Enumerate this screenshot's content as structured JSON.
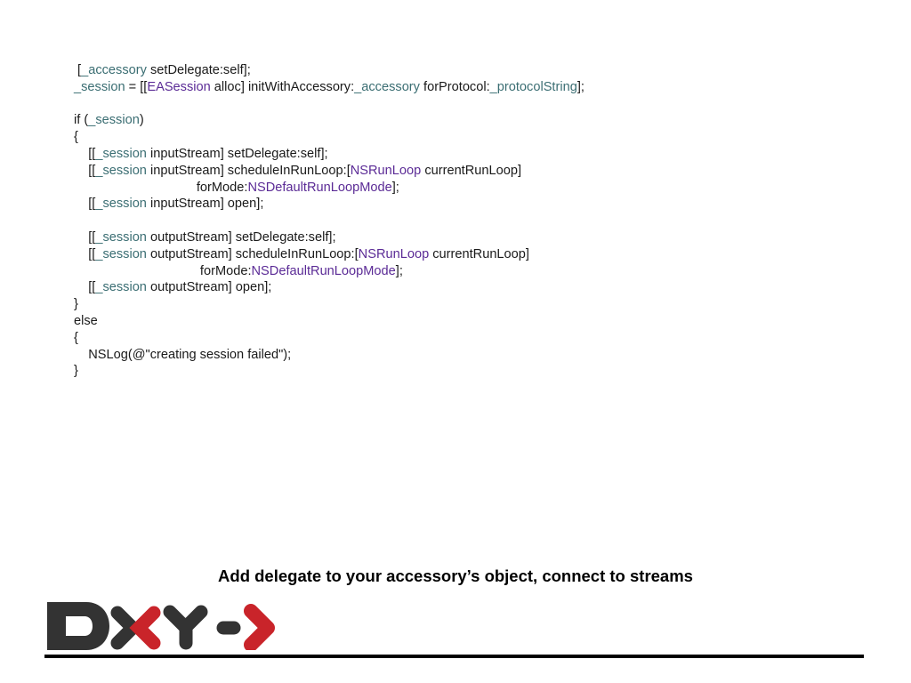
{
  "colors": {
    "ivar": "#3b6e73",
    "plain": "#1a1a1a",
    "selector": "#2b1766",
    "keyword": "#a3148c",
    "class": "#5b2b96",
    "string": "#c4271a",
    "logo_gray": "#333333",
    "logo_red": "#c9242a"
  },
  "code_lines": [
    [
      {
        "t": " [",
        "c": "plain"
      },
      {
        "t": "_accessory",
        "c": "ivar"
      },
      {
        "t": " setDelegate:",
        "c": "selector"
      },
      {
        "t": "self",
        "c": "keyword"
      },
      {
        "t": "];",
        "c": "plain"
      }
    ],
    [
      {
        "t": "_session",
        "c": "ivar"
      },
      {
        "t": " = [[",
        "c": "plain"
      },
      {
        "t": "EASession",
        "c": "class"
      },
      {
        "t": " alloc",
        "c": "selector"
      },
      {
        "t": "] ",
        "c": "plain"
      },
      {
        "t": "initWithAccessory:",
        "c": "selector"
      },
      {
        "t": "_accessory",
        "c": "ivar"
      },
      {
        "t": " forProtocol:",
        "c": "selector"
      },
      {
        "t": "_protocolString",
        "c": "ivar"
      },
      {
        "t": "];",
        "c": "plain"
      }
    ],
    [],
    [
      {
        "t": "if",
        "c": "keyword"
      },
      {
        "t": " (",
        "c": "plain"
      },
      {
        "t": "_session",
        "c": "ivar"
      },
      {
        "t": ")",
        "c": "plain"
      }
    ],
    [
      {
        "t": "{",
        "c": "plain"
      }
    ],
    [
      {
        "t": "    [[",
        "c": "plain"
      },
      {
        "t": "_session",
        "c": "ivar"
      },
      {
        "t": " inputStream",
        "c": "selector"
      },
      {
        "t": "] ",
        "c": "plain"
      },
      {
        "t": "setDelegate:",
        "c": "selector"
      },
      {
        "t": "self",
        "c": "keyword"
      },
      {
        "t": "];",
        "c": "plain"
      }
    ],
    [
      {
        "t": "    [[",
        "c": "plain"
      },
      {
        "t": "_session",
        "c": "ivar"
      },
      {
        "t": " inputStream",
        "c": "selector"
      },
      {
        "t": "] ",
        "c": "plain"
      },
      {
        "t": "scheduleInRunLoop:",
        "c": "selector"
      },
      {
        "t": "[",
        "c": "plain"
      },
      {
        "t": "NSRunLoop",
        "c": "class"
      },
      {
        "t": " currentRunLoop",
        "c": "selector"
      },
      {
        "t": "]",
        "c": "plain"
      }
    ],
    [
      {
        "t": "                                  ",
        "c": "plain"
      },
      {
        "t": "forMode:",
        "c": "selector"
      },
      {
        "t": "NSDefaultRunLoopMode",
        "c": "class"
      },
      {
        "t": "];",
        "c": "plain"
      }
    ],
    [
      {
        "t": "    [[",
        "c": "plain"
      },
      {
        "t": "_session",
        "c": "ivar"
      },
      {
        "t": " inputStream",
        "c": "selector"
      },
      {
        "t": "] ",
        "c": "plain"
      },
      {
        "t": "open",
        "c": "selector"
      },
      {
        "t": "];",
        "c": "plain"
      }
    ],
    [],
    [
      {
        "t": "    [[",
        "c": "plain"
      },
      {
        "t": "_session",
        "c": "ivar"
      },
      {
        "t": " outputStream",
        "c": "selector"
      },
      {
        "t": "] ",
        "c": "plain"
      },
      {
        "t": "setDelegate:",
        "c": "selector"
      },
      {
        "t": "self",
        "c": "keyword"
      },
      {
        "t": "];",
        "c": "plain"
      }
    ],
    [
      {
        "t": "    [[",
        "c": "plain"
      },
      {
        "t": "_session",
        "c": "ivar"
      },
      {
        "t": " outputStream",
        "c": "selector"
      },
      {
        "t": "] ",
        "c": "plain"
      },
      {
        "t": "scheduleInRunLoop:",
        "c": "selector"
      },
      {
        "t": "[",
        "c": "plain"
      },
      {
        "t": "NSRunLoop",
        "c": "class"
      },
      {
        "t": " currentRunLoop",
        "c": "selector"
      },
      {
        "t": "]",
        "c": "plain"
      }
    ],
    [
      {
        "t": "                                   ",
        "c": "plain"
      },
      {
        "t": "forMode:",
        "c": "selector"
      },
      {
        "t": "NSDefaultRunLoopMode",
        "c": "class"
      },
      {
        "t": "];",
        "c": "plain"
      }
    ],
    [
      {
        "t": "    [[",
        "c": "plain"
      },
      {
        "t": "_session",
        "c": "ivar"
      },
      {
        "t": " outputStream",
        "c": "selector"
      },
      {
        "t": "] ",
        "c": "plain"
      },
      {
        "t": "open",
        "c": "selector"
      },
      {
        "t": "];",
        "c": "plain"
      }
    ],
    [
      {
        "t": "}",
        "c": "plain"
      }
    ],
    [
      {
        "t": "else",
        "c": "keyword"
      }
    ],
    [
      {
        "t": "{",
        "c": "plain"
      }
    ],
    [
      {
        "t": "    ",
        "c": "plain"
      },
      {
        "t": "NSLog",
        "c": "selector"
      },
      {
        "t": "(",
        "c": "plain"
      },
      {
        "t": "@\"creating session failed\"",
        "c": "string"
      },
      {
        "t": ");",
        "c": "plain"
      }
    ],
    [
      {
        "t": "}",
        "c": "plain"
      }
    ]
  ],
  "caption": "Add delegate to your accessory’s object, connect to streams",
  "logo": {
    "text": "DXY->",
    "icon": "dxy-logo-icon"
  }
}
